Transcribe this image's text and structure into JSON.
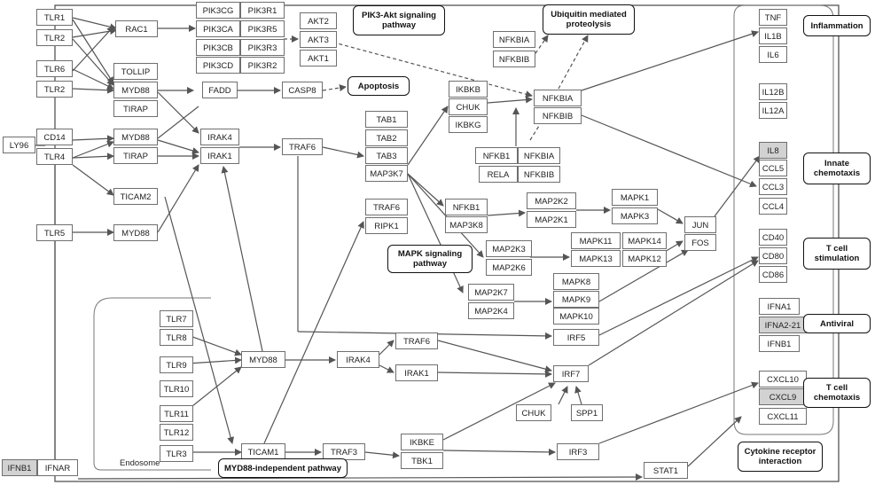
{
  "nodes": {
    "tlr1": "TLR1",
    "tlr2a": "TLR2",
    "tlr6": "TLR6",
    "tlr2b": "TLR2",
    "ly96": "LY96",
    "cd14": "CD14",
    "tlr4": "TLR4",
    "tlr5": "TLR5",
    "rac1": "RAC1",
    "tollip": "TOLLIP",
    "myd88a": "MYD88",
    "tirapa": "TIRAP",
    "myd88b": "MYD88",
    "tirapb": "TIRAP",
    "ticam2": "TICAM2",
    "myd88c": "MYD88",
    "pik3cg": "PIK3CG",
    "pik3r1": "PIK3R1",
    "pik3ca": "PIK3CA",
    "pik3r5": "PIK3R5",
    "pik3cb": "PIK3CB",
    "pik3r3": "PIK3R3",
    "pik3cd": "PIK3CD",
    "pik3r2": "PIK3R2",
    "akt2": "AKT2",
    "akt3": "AKT3",
    "akt1": "AKT1",
    "fadd": "FADD",
    "casp8": "CASP8",
    "irak4a": "IRAK4",
    "irak1a": "IRAK1",
    "traf6a": "TRAF6",
    "tab1": "TAB1",
    "tab2": "TAB2",
    "tab3": "TAB3",
    "map3k7": "MAP3K7",
    "traf6b": "TRAF6",
    "ripk1": "RIPK1",
    "ikbkb": "IKBKB",
    "chuka": "CHUK",
    "ikbkg": "IKBKG",
    "nfkbia1": "NFKBIA",
    "nfkbib1": "NFKBIB",
    "nfkbia2": "NFKBIA",
    "nfkbib2": "NFKBIB",
    "nfkb1a": "NFKB1",
    "nfkbia3": "NFKBIA",
    "rela": "RELA",
    "nfkbib3": "NFKBIB",
    "nfkb1b": "NFKB1",
    "map3k8": "MAP3K8",
    "map2k2": "MAP2K2",
    "map2k1": "MAP2K1",
    "mapk1": "MAPK1",
    "mapk3": "MAPK3",
    "jun": "JUN",
    "fos": "FOS",
    "map2k3": "MAP2K3",
    "map2k6": "MAP2K6",
    "mapk11": "MAPK11",
    "mapk14": "MAPK14",
    "mapk13": "MAPK13",
    "mapk12": "MAPK12",
    "map2k7": "MAP2K7",
    "map2k4": "MAP2K4",
    "mapk8": "MAPK8",
    "mapk9": "MAPK9",
    "mapk10": "MAPK10",
    "tlr7": "TLR7",
    "tlr8": "TLR8",
    "tlr9": "TLR9",
    "tlr10": "TLR10",
    "tlr11": "TLR11",
    "tlr12": "TLR12",
    "tlr3": "TLR3",
    "myd88d": "MYD88",
    "irak4b": "IRAK4",
    "traf6c": "TRAF6",
    "irak1b": "IRAK1",
    "irf5": "IRF5",
    "irf7": "IRF7",
    "chukb": "CHUK",
    "spp1": "SPP1",
    "ticam1": "TICAM1",
    "traf3": "TRAF3",
    "ikbke": "IKBKE",
    "tbk1": "TBK1",
    "irf3": "IRF3",
    "ifnb1": "IFNB1",
    "ifnar": "IFNAR",
    "stat1": "STAT1",
    "tnf": "TNF",
    "il1b": "IL1B",
    "il6": "IL6",
    "il12b": "IL12B",
    "il12a": "IL12A",
    "il8": "IL8",
    "ccl5": "CCL5",
    "ccl3": "CCL3",
    "ccl4": "CCL4",
    "cd40": "CD40",
    "cd80": "CD80",
    "cd86": "CD86",
    "ifna1": "IFNA1",
    "ifna221": "IFNA2-21",
    "ifnb1b": "IFNB1",
    "cxcl10": "CXCL10",
    "cxcl9": "CXCL9",
    "cxcl11": "CXCL11"
  },
  "labels": {
    "pi3k_akt": "PIK3-Akt signaling pathway",
    "ubiquitin": "Ubiquitin mediated proteolysis",
    "apoptosis": "Apoptosis",
    "mapk_pathway": "MAPK signaling pathway",
    "myd88_independent": "MYD88-independent  pathway",
    "inflammation": "Inflammation",
    "innate_chemotaxis": "Innate chemotaxis",
    "t_cell_stimulation": "T cell stimulation",
    "antiviral": "Antiviral",
    "t_cell_chemotaxis": "T cell chemotaxis",
    "cytokine_receptor": "Cytokine receptor interaction",
    "endosome": "Endosome"
  },
  "colors": {
    "node_border": "#6f6f6f",
    "shaded_fill": "#d2d2d2",
    "edge": "#555555"
  }
}
